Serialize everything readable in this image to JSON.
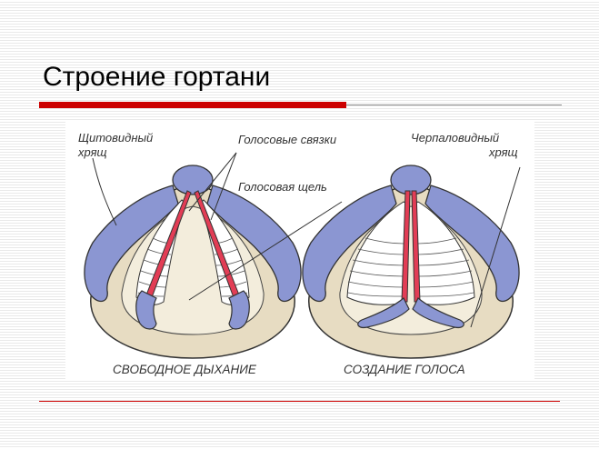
{
  "slide": {
    "title": "Строение гортани",
    "accent_color": "#cc0000",
    "rule_color": "#8c8c8c"
  },
  "diagram": {
    "labels": {
      "thyroid_cartilage_line1": "Щитовидный",
      "thyroid_cartilage_line2": "хрящ",
      "vocal_cords": "Голосовые связки",
      "glottis": "Голосовая щель",
      "arytenoid_line1": "Черпаловидный",
      "arytenoid_line2": "хрящ"
    },
    "captions": {
      "left": "СВОБОДНОЕ ДЫХАНИЕ",
      "right": "СОЗДАНИЕ ГОЛОСА"
    },
    "colors": {
      "cartilage": "#8b96d2",
      "ring": "#e7dcc2",
      "cords": "#e23d55",
      "folds": "#ffffff"
    }
  }
}
